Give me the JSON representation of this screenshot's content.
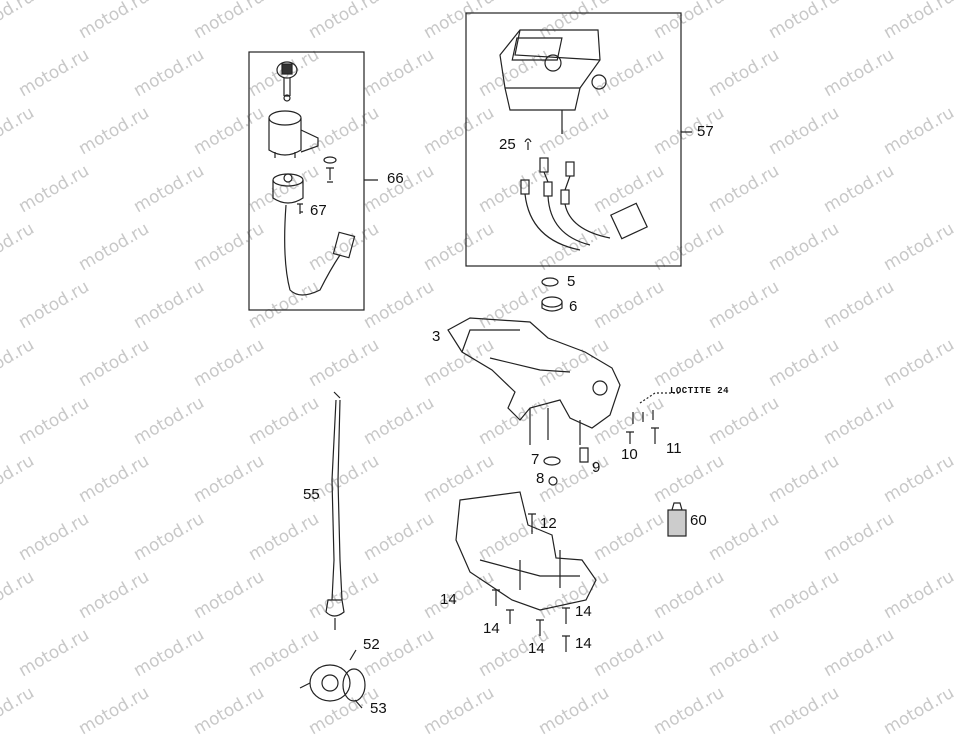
{
  "watermark": "motod.ru",
  "note": "LOCTITE 24",
  "callouts": {
    "p3": "3",
    "p5": "5",
    "p6": "6",
    "p7": "7",
    "p8": "8",
    "p9": "9",
    "p10": "10",
    "p11": "11",
    "p12": "12",
    "p14a": "14",
    "p14b": "14",
    "p14c": "14",
    "p14d": "14",
    "p14e": "14",
    "p25": "25",
    "p52": "52",
    "p53": "53",
    "p55": "55",
    "p57": "57",
    "p60": "60",
    "p66": "66",
    "p67": "67"
  }
}
